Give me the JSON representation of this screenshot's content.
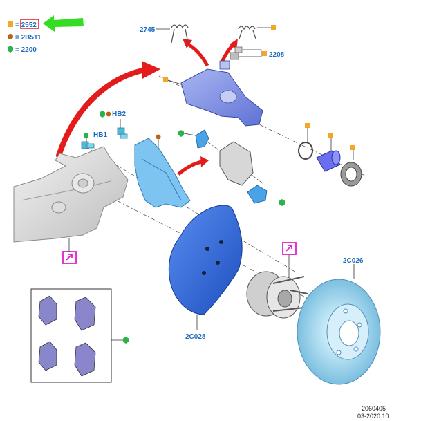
{
  "legend": [
    {
      "marker": "square",
      "color": "#f5a623",
      "text": "= 2552"
    },
    {
      "marker": "circle",
      "color": "#b8621b",
      "text": "= 2B511"
    },
    {
      "marker": "hexagon",
      "color": "#2bb34a",
      "text": "= 2200"
    }
  ],
  "labels": {
    "spring_left": "2745",
    "bleed": "2208",
    "bolt_hb2": "HB2",
    "bolt_hb1": "HB1",
    "shield": "2C028",
    "rotor": "2C026"
  },
  "footer": {
    "code": "2060405",
    "date": "03-2020 10"
  },
  "colors": {
    "part_blue": "#3f6fd6",
    "part_light_blue": "#8fd0ee",
    "caliper": "#7d8fe0",
    "highlight_red": "#e31b1b",
    "arrow_green": "#33dd22",
    "magenta": "#e020c8",
    "knuckle_grey": "#d9d9d9"
  },
  "icons": [
    "link-icon-knuckle",
    "link-icon-hub"
  ]
}
